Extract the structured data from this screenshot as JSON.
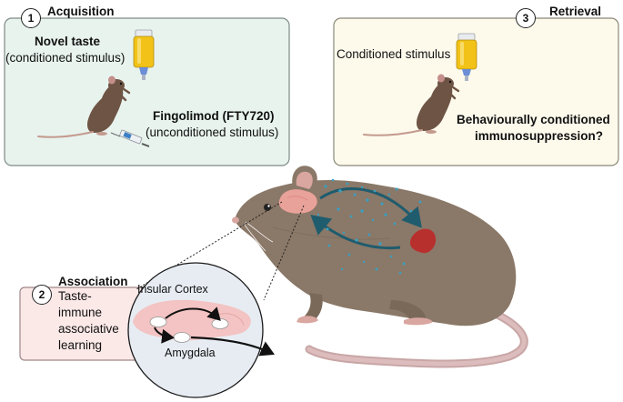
{
  "acquisition": {
    "number": "1",
    "title": "Acquisition",
    "novel_taste": "Novel taste",
    "conditioned_stimulus": "(conditioned stimulus)",
    "drug": "Fingolimod (FTY720)",
    "unconditioned_stimulus": "(unconditioned stimulus)"
  },
  "retrieval": {
    "number": "3",
    "title": "Retrieval",
    "conditioned_stimulus": "Conditioned stimulus",
    "outcome_line1": "Behaviourally conditioned",
    "outcome_line2": "immunosuppression?"
  },
  "association": {
    "number": "2",
    "title": "Association",
    "line1": "Taste-",
    "line2": "immune",
    "line3": "associative",
    "line4": "learning",
    "region_cortex": "Insular Cortex",
    "region_amygdala": "Amygdala"
  },
  "colors": {
    "acquisition_bg": "#e8f3ee",
    "retrieval_bg": "#fdfaec",
    "association_bg": "#fbe9e8",
    "rat_fur": "#8a7868",
    "arrow": "#1f5c6e",
    "particles": "#3a9fc0",
    "spleen": "#b8302e",
    "brain": "#f3c2c0",
    "bottle_liquid": "#f2c218"
  }
}
